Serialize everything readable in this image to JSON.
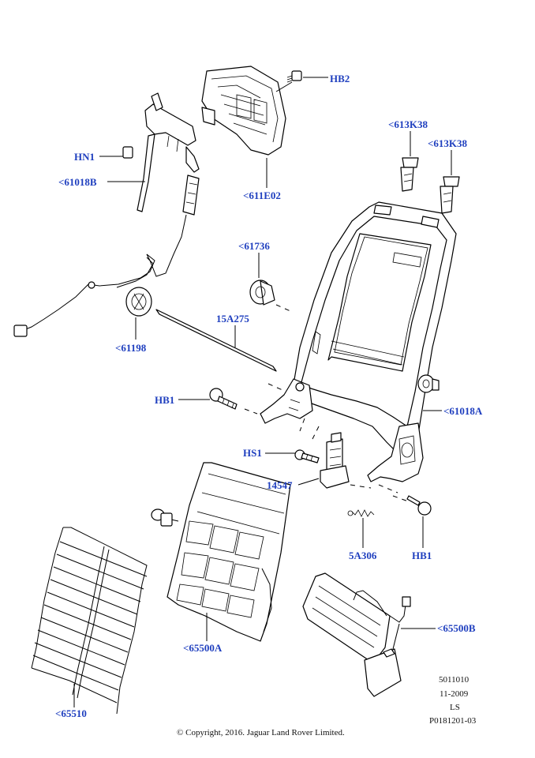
{
  "callouts": {
    "hb2": "HB2",
    "k38_a": "<613K38",
    "k38_b": "<613K38",
    "hn1": "HN1",
    "b61018": "<61018B",
    "e02": "<611E02",
    "c61736": "<61736",
    "c15a275": "15A275",
    "c61198": "<61198",
    "hb1_left": "HB1",
    "a61018": "<61018A",
    "hs1": "HS1",
    "c14547": "14547",
    "c5a306": "5A306",
    "hb1_right": "HB1",
    "b65500": "<65500B",
    "a65500": "<65500A",
    "c65510": "<65510"
  },
  "meta": {
    "code": "5011010",
    "date": "11-2009",
    "ls": "LS",
    "ref": "P0181201-03"
  },
  "copyright": "© Copyright, 2016. Jaguar Land Rover Limited.",
  "colors": {
    "callout": "#1f3fbf",
    "line": "#000000"
  }
}
